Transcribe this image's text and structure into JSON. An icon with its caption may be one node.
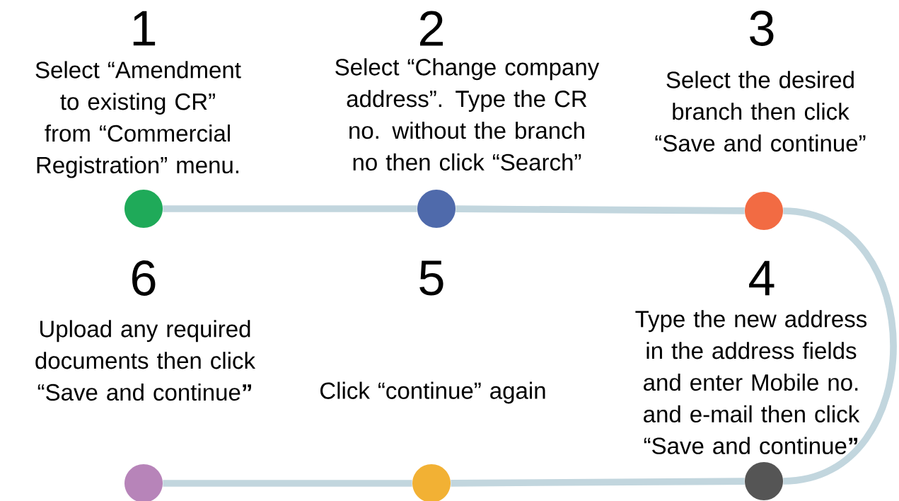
{
  "diagram": {
    "nodes": [
      {
        "text": [],
        "shape": "circle",
        "beside": [
          "1",
          "Select “Amendment to existing CR” from “Commercial Registration” menu."
        ]
      },
      {
        "text": [],
        "shape": "circle",
        "beside": [
          "2",
          "Select “Change company address”. Type the CR no. without the branch no then click “Search”"
        ]
      },
      {
        "text": [],
        "shape": "circle",
        "beside": [
          "3",
          "Select the desired branch then click “Save and continue”"
        ]
      },
      {
        "text": [],
        "shape": "circle",
        "beside": [
          "4",
          "Type the new address in the address fields and enter Mobile no. and e-mail then click “Save and continue**”**"
        ]
      },
      {
        "text": [],
        "shape": "circle",
        "beside": [
          "Click “continue” again"
        ]
      },
      {
        "text": [],
        "shape": "circle",
        "beside": [
          "6",
          "Upload any required documents then click “Save and continue**”**"
        ]
      }
    ],
    "edges": [
      {
        "from": 0,
        "to": 1,
        "arrow": "none"
      },
      {
        "from": 1,
        "to": 2,
        "arrow": "none"
      },
      {
        "from": 2,
        "to": 3,
        "arrow": "none"
      },
      {
        "from": 3,
        "to": 4,
        "arrow": "none"
      },
      {
        "from": 4,
        "to": 5,
        "arrow": "none"
      }
    ],
    "labels": [
      "5"
    ]
  }
}
